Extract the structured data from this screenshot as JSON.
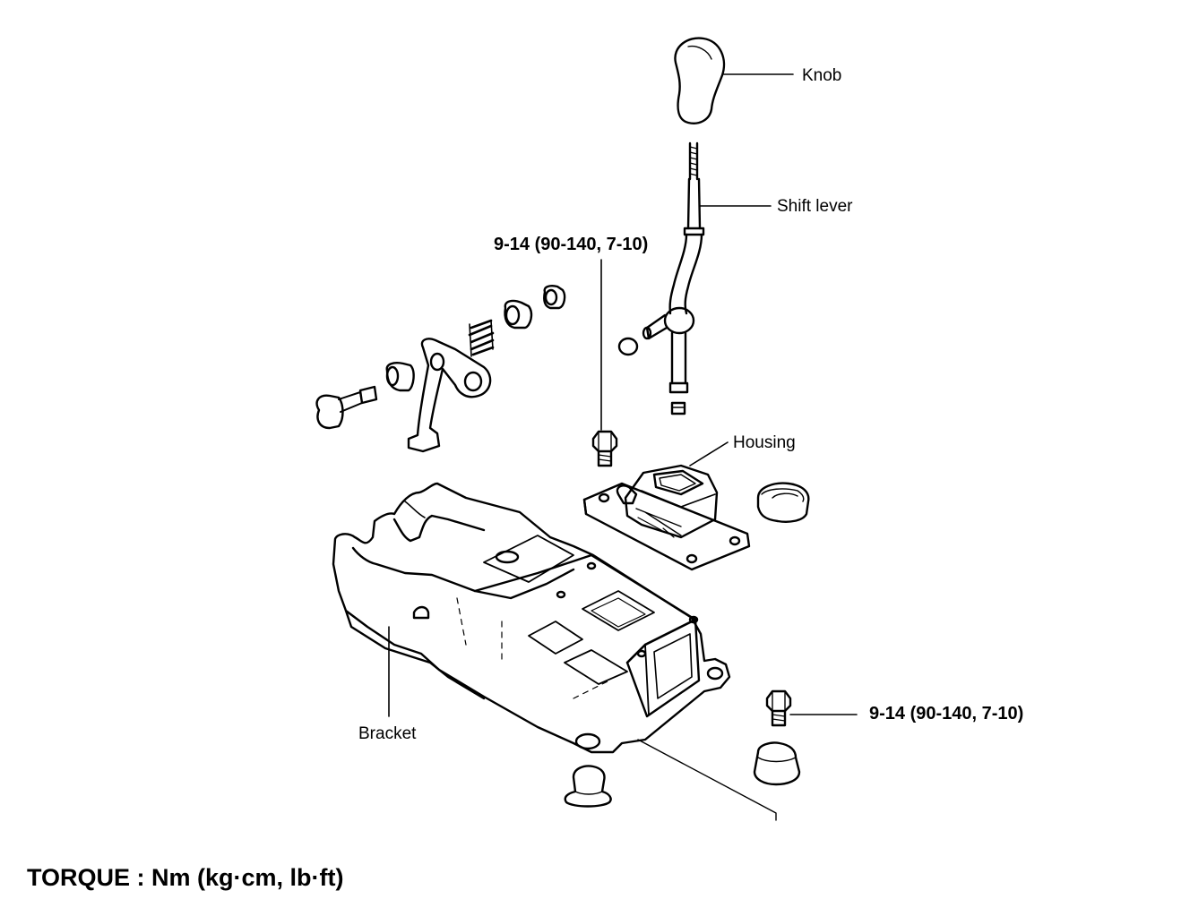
{
  "labels": {
    "knob": "Knob",
    "shift_lever": "Shift lever",
    "housing": "Housing",
    "bracket": "Bracket"
  },
  "torque_values": {
    "upper_bolt": "9-14 (90-140, 7-10)",
    "lower_bolt": "9-14 (90-140, 7-10)"
  },
  "footer": {
    "torque_units": "TORQUE : Nm  (kg·cm, lb·ft)"
  },
  "colors": {
    "line": "#000000",
    "background": "#ffffff"
  }
}
